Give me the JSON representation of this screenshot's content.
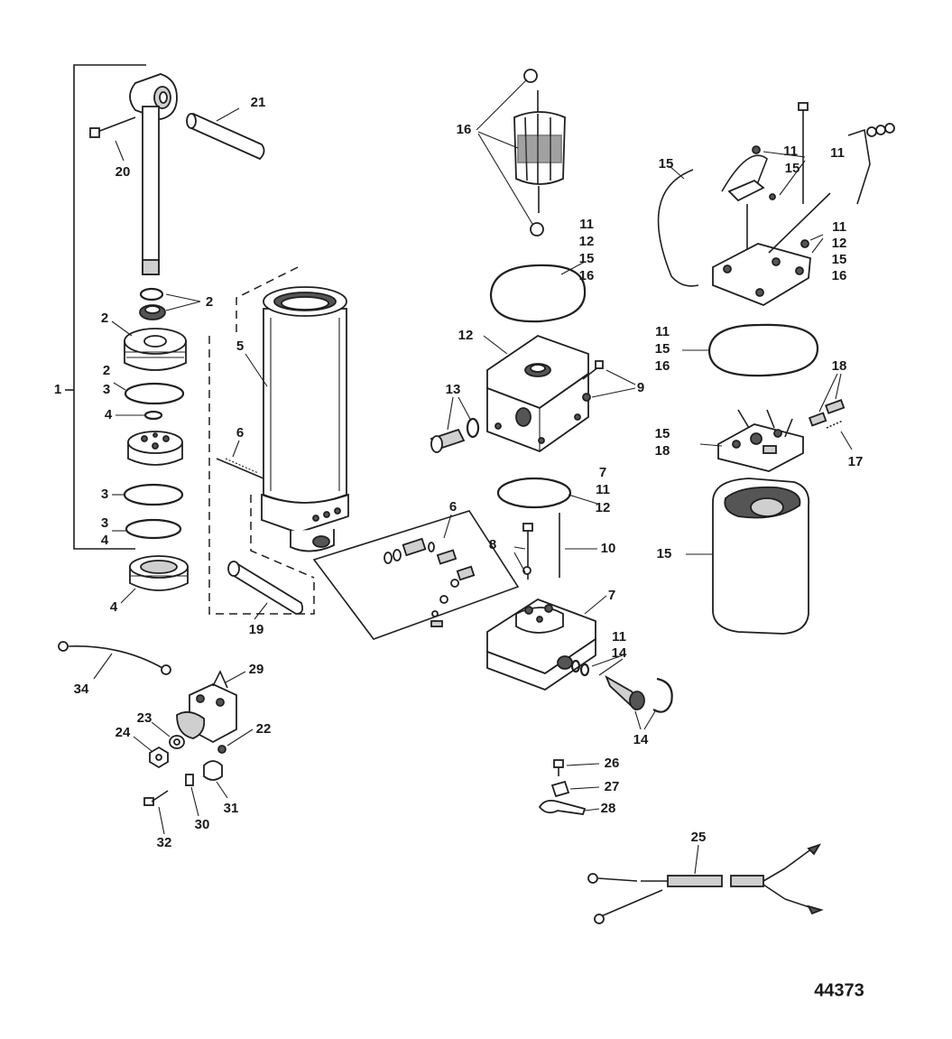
{
  "diagram": {
    "type": "exploded-parts-view",
    "reference_number": "44373",
    "callouts": [
      "1",
      "2",
      "3",
      "4",
      "5",
      "6",
      "7",
      "8",
      "9",
      "10",
      "11",
      "12",
      "13",
      "14",
      "15",
      "16",
      "17",
      "18",
      "19",
      "20",
      "21",
      "22",
      "23",
      "24",
      "25",
      "26",
      "27",
      "28",
      "29",
      "30",
      "31",
      "32",
      "34"
    ],
    "parts": {
      "tilt_ram_group": {
        "callouts": [
          "1",
          "2",
          "3",
          "4",
          "20",
          "21"
        ]
      },
      "cylinder": {
        "callouts": [
          "5",
          "6",
          "19"
        ]
      },
      "seal_kit_card": {
        "callouts": [
          "6"
        ]
      },
      "motor_armature": {
        "callouts": [
          "16"
        ]
      },
      "pump_end_cap": {
        "callouts": [
          "9",
          "11",
          "12",
          "13",
          "15",
          "16"
        ]
      },
      "pump_base": {
        "callouts": [
          "7",
          "8",
          "10",
          "11",
          "12",
          "14"
        ]
      },
      "motor_end_cap": {
        "callouts": [
          "11",
          "12",
          "15",
          "16"
        ]
      },
      "brush_plate": {
        "callouts": [
          "15",
          "17",
          "18"
        ]
      },
      "motor_frame": {
        "callouts": [
          "15"
        ]
      },
      "trim_sender": {
        "callouts": [
          "22",
          "23",
          "24",
          "29",
          "30",
          "31",
          "32"
        ]
      },
      "ground_strap": {
        "callouts": [
          "34"
        ]
      },
      "mounting_hardware": {
        "callouts": [
          "26",
          "27",
          "28"
        ]
      },
      "wire_harness": {
        "callouts": [
          "25"
        ]
      }
    }
  }
}
